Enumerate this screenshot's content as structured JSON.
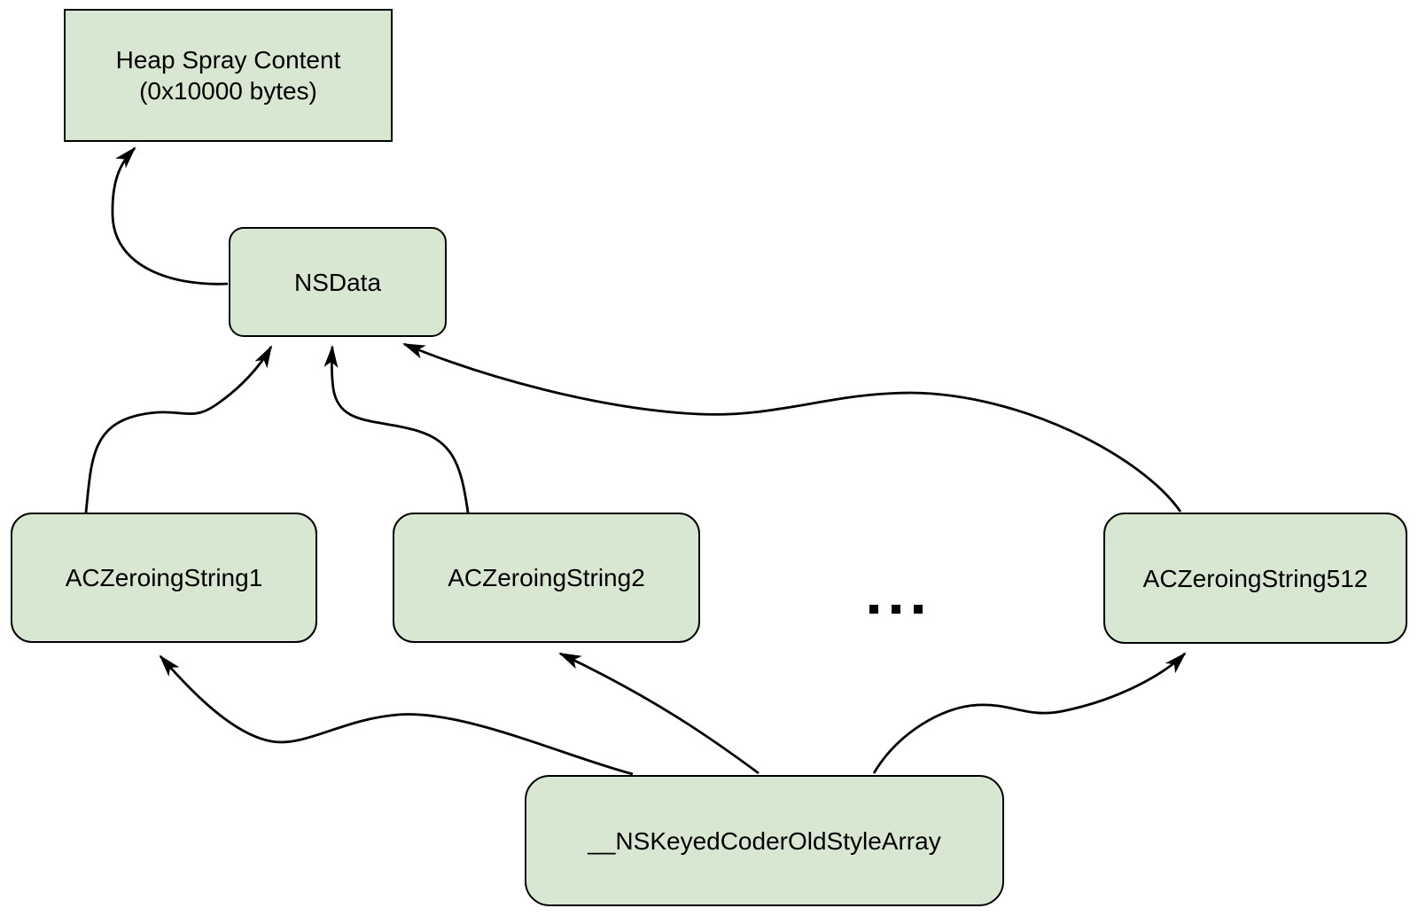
{
  "diagram": {
    "background": "#ffffff",
    "colors": {
      "node_fill": "#d8e7d2",
      "node_border": "#000000",
      "edge": "#000000",
      "text": "#000000"
    },
    "nodes": {
      "heap_spray": {
        "label": "Heap Spray Content\n(0x10000 bytes)"
      },
      "nsdata": {
        "label": "NSData"
      },
      "string1": {
        "label": "ACZeroingString1"
      },
      "string2": {
        "label": "ACZeroingString2"
      },
      "string512": {
        "label": "ACZeroingString512"
      },
      "coder_array": {
        "label": "__NSKeyedCoderOldStyleArray"
      },
      "ellipsis": {
        "label": "..."
      }
    },
    "edges": [
      {
        "from": "NSData",
        "to": "Heap Spray Content (0x10000 bytes)"
      },
      {
        "from": "ACZeroingString1",
        "to": "NSData"
      },
      {
        "from": "ACZeroingString2",
        "to": "NSData"
      },
      {
        "from": "ACZeroingString512",
        "to": "NSData"
      },
      {
        "from": "__NSKeyedCoderOldStyleArray",
        "to": "ACZeroingString1"
      },
      {
        "from": "__NSKeyedCoderOldStyleArray",
        "to": "ACZeroingString2"
      },
      {
        "from": "__NSKeyedCoderOldStyleArray",
        "to": "ACZeroingString512"
      }
    ]
  }
}
